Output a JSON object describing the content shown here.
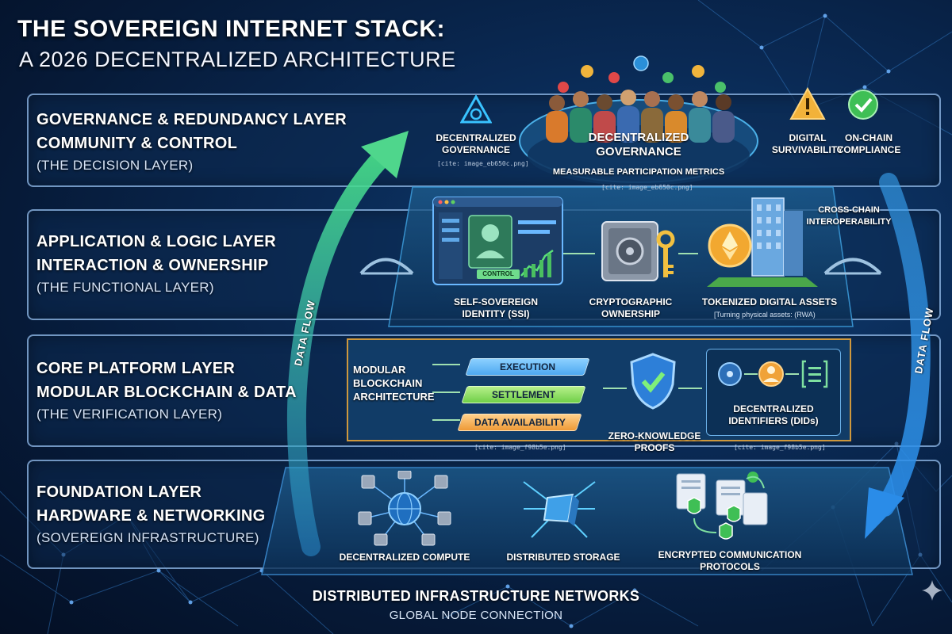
{
  "header": {
    "title": "THE SOVEREIGN INTERNET STACK:",
    "subtitle": "A 2026 DECENTRALIZED ARCHITECTURE"
  },
  "layers": [
    {
      "line1": "GOVERNANCE & REDUNDANCY LAYER",
      "line2": "COMMUNITY & CONTROL",
      "line3": "(THE DECISION LAYER)"
    },
    {
      "line1": "APPLICATION & LOGIC LAYER",
      "line2": "INTERACTION & OWNERSHIP",
      "line3": "(THE FUNCTIONAL LAYER)"
    },
    {
      "line1": "CORE PLATFORM LAYER",
      "line2": "MODULAR BLOCKCHAIN & DATA",
      "line3": "(THE VERIFICATION LAYER)"
    },
    {
      "line1": "FOUNDATION LAYER",
      "line2": "HARDWARE & NETWORKING",
      "line3": "(SOVEREIGN INFRASTRUCTURE)"
    }
  ],
  "governance": {
    "left_label_1": "DECENTRALIZED",
    "left_label_2": "GOVERNANCE",
    "left_cite": "[cite: image_eb650c.png]",
    "center_label_1": "DECENTRALIZED",
    "center_label_2": "GOVERNANCE",
    "metrics_label": "MEASURABLE PARTICIPATION METRICS",
    "metrics_cite": "[cite: image_eb650c.png]",
    "survivability_1": "DIGITAL",
    "survivability_2": "SURVIVABILITY",
    "compliance_1": "ON-CHAIN",
    "compliance_2": "COMPLIANCE"
  },
  "application": {
    "interop_1": "CROSS-CHAIN",
    "interop_2": "INTEROPERABILITY",
    "control_tag": "CONTROL",
    "ssi_1": "SELF-SOVEREIGN",
    "ssi_2": "IDENTITY (SSI)",
    "crypto_1": "CRYPTOGRAPHIC",
    "crypto_2": "OWNERSHIP",
    "assets": "TOKENIZED DIGITAL ASSETS",
    "assets_note": "[Turning physical assets: (RWA)"
  },
  "core": {
    "modular_1": "MODULAR",
    "modular_2": "BLOCKCHAIN",
    "modular_3": "ARCHITECTURE",
    "execution": "EXECUTION",
    "settlement": "SETTLEMENT",
    "availability": "DATA AVAILABILITY",
    "zk_1": "ZERO-KNOWLEDGE",
    "zk_2": "PROOFS",
    "dids_1": "DECENTRALIZED",
    "dids_2": "IDENTIFIERS (DIDs)",
    "left_cite": "[cite: image_f98b5e.png]",
    "right_cite": "[cite: image_f98b5e.png]"
  },
  "foundation": {
    "compute": "DECENTRALIZED COMPUTE",
    "storage": "DISTRIBUTED STORAGE",
    "comm_1": "ENCRYPTED COMMUNICATION",
    "comm_2": "PROTOCOLS"
  },
  "flow": {
    "left": "DATA FLOW",
    "right": "DATA FLOW"
  },
  "footer": {
    "line1": "DISTRIBUTED INFRASTRUCTURE NETWORKS",
    "line2": "GLOBAL NODE CONNECTION"
  },
  "colors": {
    "background": "#061a38",
    "panel_border": "#96bee6",
    "accent_cyan": "#34c6ff",
    "flow_arrow": "#4fd68c",
    "execution": "#4da8f0",
    "settlement": "#7fd35a",
    "availability": "#f0a040"
  }
}
